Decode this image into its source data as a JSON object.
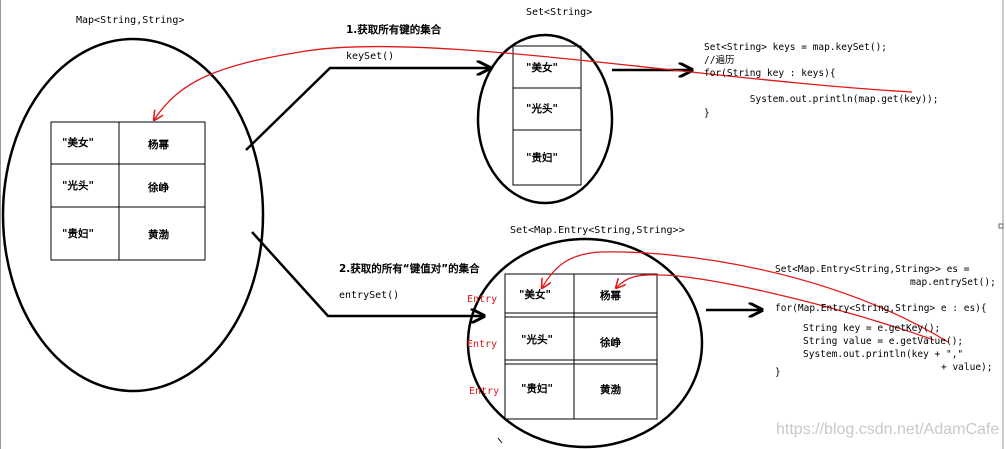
{
  "map_title": "Map<String,String>",
  "map_entries": [
    {
      "key": "\"美女\"",
      "value": "杨幂"
    },
    {
      "key": "\"光头\"",
      "value": "徐峥"
    },
    {
      "key": "\"贵妇\"",
      "value": "黄渤"
    }
  ],
  "step1": {
    "label": "1.获取所有键的集合",
    "method": "keySet()"
  },
  "keyset": {
    "title": "Set<String>",
    "items": [
      "\"美女\"",
      "\"光头\"",
      "\"贵妇\""
    ]
  },
  "code1": [
    "Set<String> keys = map.keySet();",
    "//遍历",
    "for(String key : keys){",
    "        System.out.println(map.get(key));",
    "}"
  ],
  "step2": {
    "label": "2.获取的所有“键值对”的集合",
    "method": "entrySet()"
  },
  "entryset": {
    "title": "Set<Map.Entry<String,String>>",
    "entry_label": "Entry"
  },
  "code2": [
    "Set<Map.Entry<String,String>> es =",
    "map.entrySet();",
    "for(Map.Entry<String,String> e : es){",
    "String key = e.getKey();",
    "String value = e.getValue();",
    "System.out.println(key + \",\"",
    "+ value);",
    "}"
  ],
  "watermark": "https://blog.csdn.net/AdamCafe",
  "colors": {
    "arrow_red": "#e01818",
    "line": "#000000",
    "watermark": "#c9c9c9"
  }
}
